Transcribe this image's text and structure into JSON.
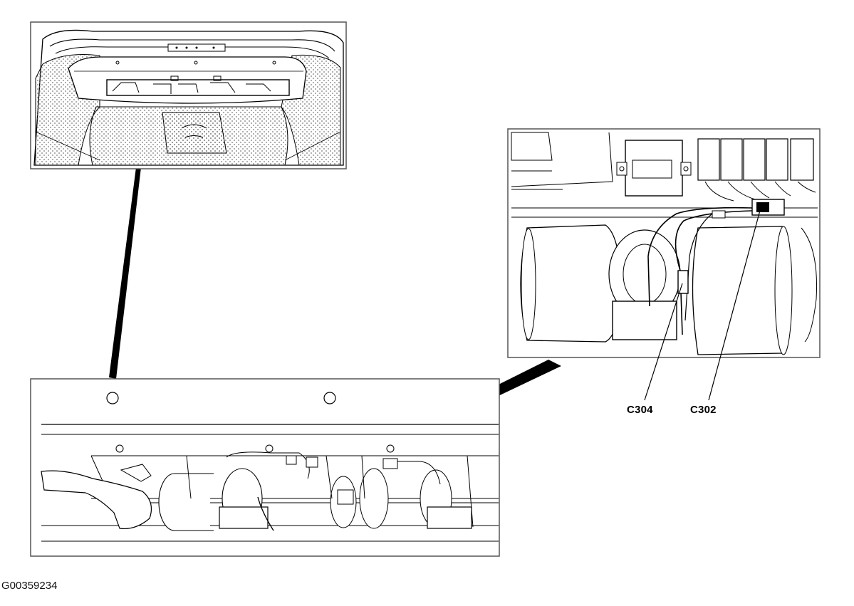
{
  "callouts": {
    "c304": "C304",
    "c302": "C302"
  },
  "figure_id": "G00359234",
  "colors": {
    "line": "#000000",
    "panel_border": "#555555",
    "background": "#ffffff",
    "stipple": "#888888"
  }
}
